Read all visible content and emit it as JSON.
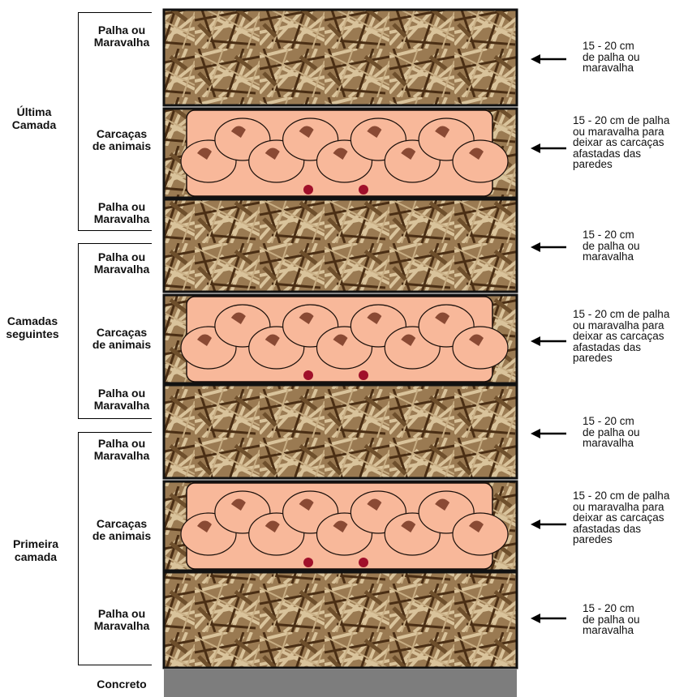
{
  "layers": [
    {
      "kind": "straw",
      "label": "Palha ou\nMaravalha",
      "note": "15 - 20 cm\nde palha ou\nmaravalha"
    },
    {
      "kind": "carcass",
      "label": "Carcaças\nde animais",
      "note": "15 - 20 cm de palha\nou maravalha para\ndeixar as carcaças\nafastadas das\nparedes"
    },
    {
      "kind": "straw",
      "label_top": "Palha ou\nMaravalha",
      "label_bottom": "Palha ou\nMaravalha",
      "note": "15 - 20 cm\nde palha ou\nmaravalha"
    },
    {
      "kind": "carcass",
      "label": "Carcaças\nde animais",
      "note": "15 - 20 cm de palha\nou maravalha para\ndeixar as carcaças\nafastadas das\nparedes"
    },
    {
      "kind": "straw",
      "label_top": "Palha ou\nMaravalha",
      "label_bottom": "Palha ou\nMaravalha",
      "note": "15 - 20 cm\nde palha ou\nmaravalha"
    },
    {
      "kind": "carcass",
      "label": "Carcaças\nde animais",
      "note": "15 - 20 cm de palha\nou maravalha para\ndeixar as carcaças\nafastadas das\nparedes"
    },
    {
      "kind": "straw",
      "label": "Palha ou\nMaravalha",
      "note": "15 - 20 cm\nde palha ou\nmaravalha"
    }
  ],
  "groups": {
    "last": "Última\nCamada",
    "next": "Camadas\nseguintes",
    "first": "Primeira\ncamada"
  },
  "base_label": "Concreto",
  "colors": {
    "straw_dark": "#5a3a1c",
    "straw_mid": "#8a6a44",
    "straw_light": "#d9c39b",
    "carcass_skin": "#f8b89a",
    "carcass_shadow": "#8a4a34",
    "concrete": "#7d7d7d"
  }
}
